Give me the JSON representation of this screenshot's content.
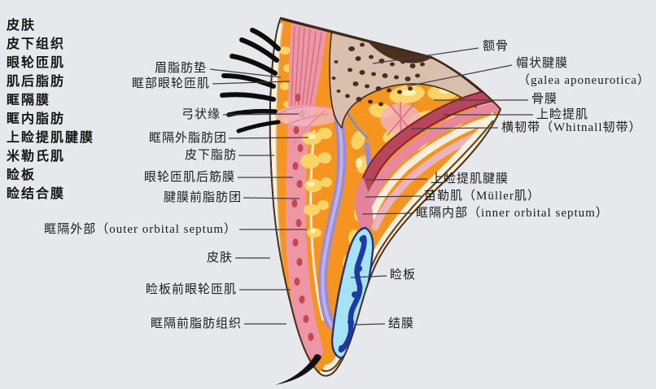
{
  "legend": {
    "items": [
      "皮肤",
      "皮下组织",
      "眼轮匝肌",
      "肌后脂肪",
      "眶隔膜",
      "眶内脂肪",
      "上睑提肌腱膜",
      "米勒氏肌",
      "睑板",
      "睑结合膜"
    ]
  },
  "left_labels": [
    "眉脂肪垫",
    "眶部眼轮匝肌",
    "弓状缘",
    "眶隔外脂肪团",
    "皮下脂肪",
    "眼轮匝肌后筋膜",
    "腱膜前脂肪团",
    "眶隔外部（outer orbital septum）",
    "皮肤",
    "睑板前眼轮匝肌",
    "眶隔前脂肪组织"
  ],
  "right_labels": [
    "额骨",
    "帽状腱膜",
    "（galea aponeurotica）",
    "骨膜",
    "上睑提肌",
    "横韧带（Whitnall韧带）",
    "上睑提肌腱膜",
    "苗勒肌（Müller肌）",
    "眶隔内部（inner orbital septum）",
    "睑板",
    "结膜"
  ],
  "colors": {
    "background": "#e7e8ec",
    "fat_orange": "#f5941e",
    "fat_lobule_yellow": "#fbd468",
    "muscle_pink": "#ee96a3",
    "muscle_red_dark": "#b8455c",
    "septum_purple": "#9b8bd4",
    "bone_tan": "#d9bfae",
    "bone_speckle_brown": "#4c2e20",
    "tarsus_blue": "#a5e2f4",
    "meibomian_navy": "#1c3aa6",
    "skin_cream": "#f8f1dd",
    "conjunctiva_brown": "#6b4423",
    "leader_line": "#3f3f3f"
  }
}
